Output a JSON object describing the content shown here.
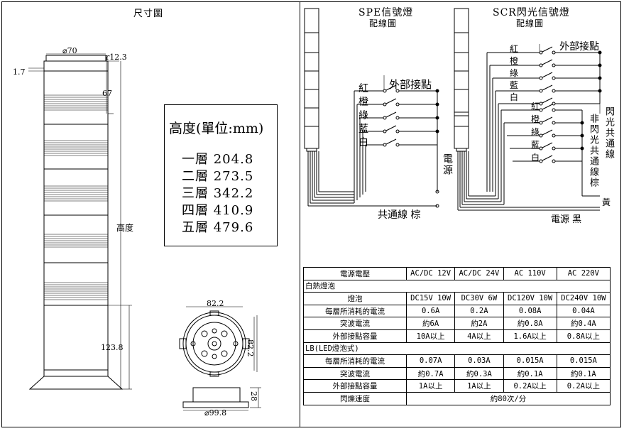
{
  "left": {
    "title": "尺寸圖",
    "dims": {
      "top_dia": "⌀70",
      "r": "r12.3",
      "d17": "1.7",
      "d67": "67",
      "height_label": "高度",
      "d1238": "123.8",
      "bot_82a": "82.2",
      "bot_82b": "82.2",
      "bot_28": "28",
      "bot_dia": "⌀99.8"
    },
    "height_box": {
      "header": "高度(單位:mm)",
      "rows": [
        {
          "label": "一層",
          "value": "204.8"
        },
        {
          "label": "二層",
          "value": "273.5"
        },
        {
          "label": "三層",
          "value": "342.2"
        },
        {
          "label": "四層",
          "value": "410.9"
        },
        {
          "label": "五層",
          "value": "479.6"
        }
      ]
    }
  },
  "spe": {
    "title": "SPE信號燈",
    "subtitle": "配線圖",
    "ext_label": "外部接點",
    "colors": [
      "紅",
      "橙",
      "綠",
      "藍",
      "白"
    ],
    "power": "電源",
    "common": "共通線 棕"
  },
  "scr": {
    "title": "SCR閃光信號燈",
    "subtitle": "配線圖",
    "ext_label": "外部接點",
    "colors_top": [
      "紅",
      "橙",
      "綠",
      "藍",
      "白"
    ],
    "colors_bot": [
      "紅",
      "橙",
      "綠",
      "藍",
      "白"
    ],
    "flash_common": "閃光共通線",
    "nonflash_common": "非閃光共通線棕",
    "yellow": "黃",
    "power": "電源 黑"
  },
  "table": {
    "header": [
      "電源電壓",
      "AC/DC 12V",
      "AC/DC 24V",
      "AC 110V",
      "AC 220V"
    ],
    "sec1": "白熱燈泡",
    "sec1_rows": [
      [
        "燈泡",
        "DC15V 10W",
        "DC30V 6W",
        "DC120V 10W",
        "DC240V 10W"
      ],
      [
        "每層所消耗的電流",
        "0.6A",
        "0.2A",
        "0.08A",
        "0.04A"
      ],
      [
        "突波電流",
        "約6A",
        "約2A",
        "約0.8A",
        "約0.4A"
      ],
      [
        "外部接點容量",
        "10A以上",
        "4A以上",
        "1.6A以上",
        "0.8A以上"
      ]
    ],
    "sec2": "LB(LED燈泡式)",
    "sec2_rows": [
      [
        "每層所消耗的電流",
        "0.07A",
        "0.03A",
        "0.015A",
        "0.015A"
      ],
      [
        "突波電流",
        "約0.7A",
        "約0.3A",
        "約0.1A",
        "約0.1A"
      ],
      [
        "外部接點容量",
        "1A以上",
        "1A以上",
        "0.2A以上",
        "0.2A以上"
      ]
    ],
    "flash_label": "閃爍速度",
    "flash_value": "約80次/分"
  }
}
